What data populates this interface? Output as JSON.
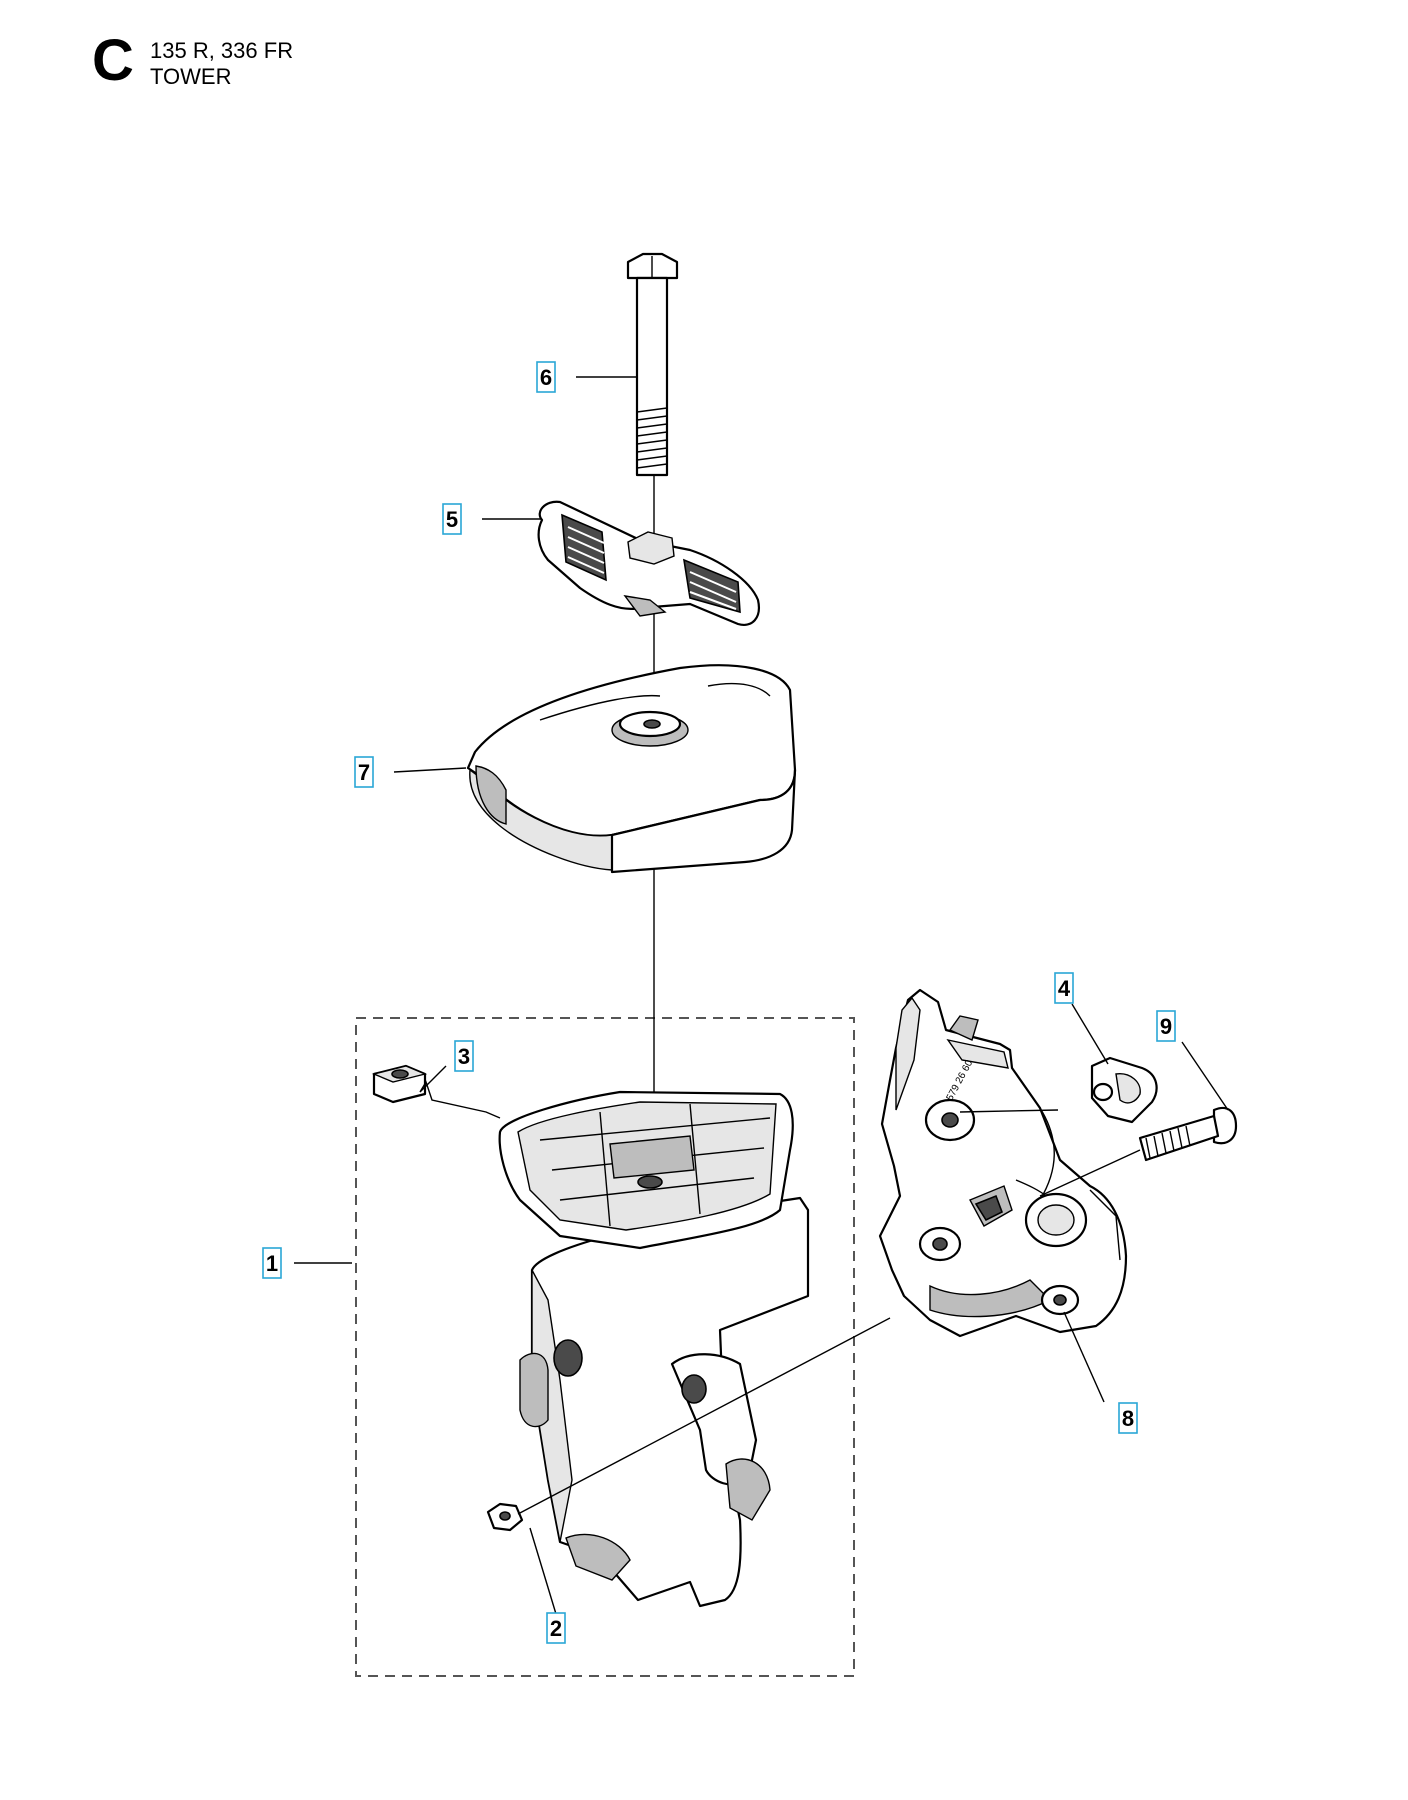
{
  "header": {
    "section_letter": "C",
    "models": "135 R, 336 FR",
    "title": "TOWER"
  },
  "callouts": [
    {
      "id": "1",
      "label": "1"
    },
    {
      "id": "2",
      "label": "2"
    },
    {
      "id": "3",
      "label": "3"
    },
    {
      "id": "4",
      "label": "4"
    },
    {
      "id": "5",
      "label": "5"
    },
    {
      "id": "6",
      "label": "6"
    },
    {
      "id": "7",
      "label": "7"
    },
    {
      "id": "8",
      "label": "8"
    },
    {
      "id": "9",
      "label": "9"
    }
  ],
  "colors": {
    "callout_border": "#2aa7d6",
    "line": "#000000",
    "assembly_box": "#555555"
  }
}
